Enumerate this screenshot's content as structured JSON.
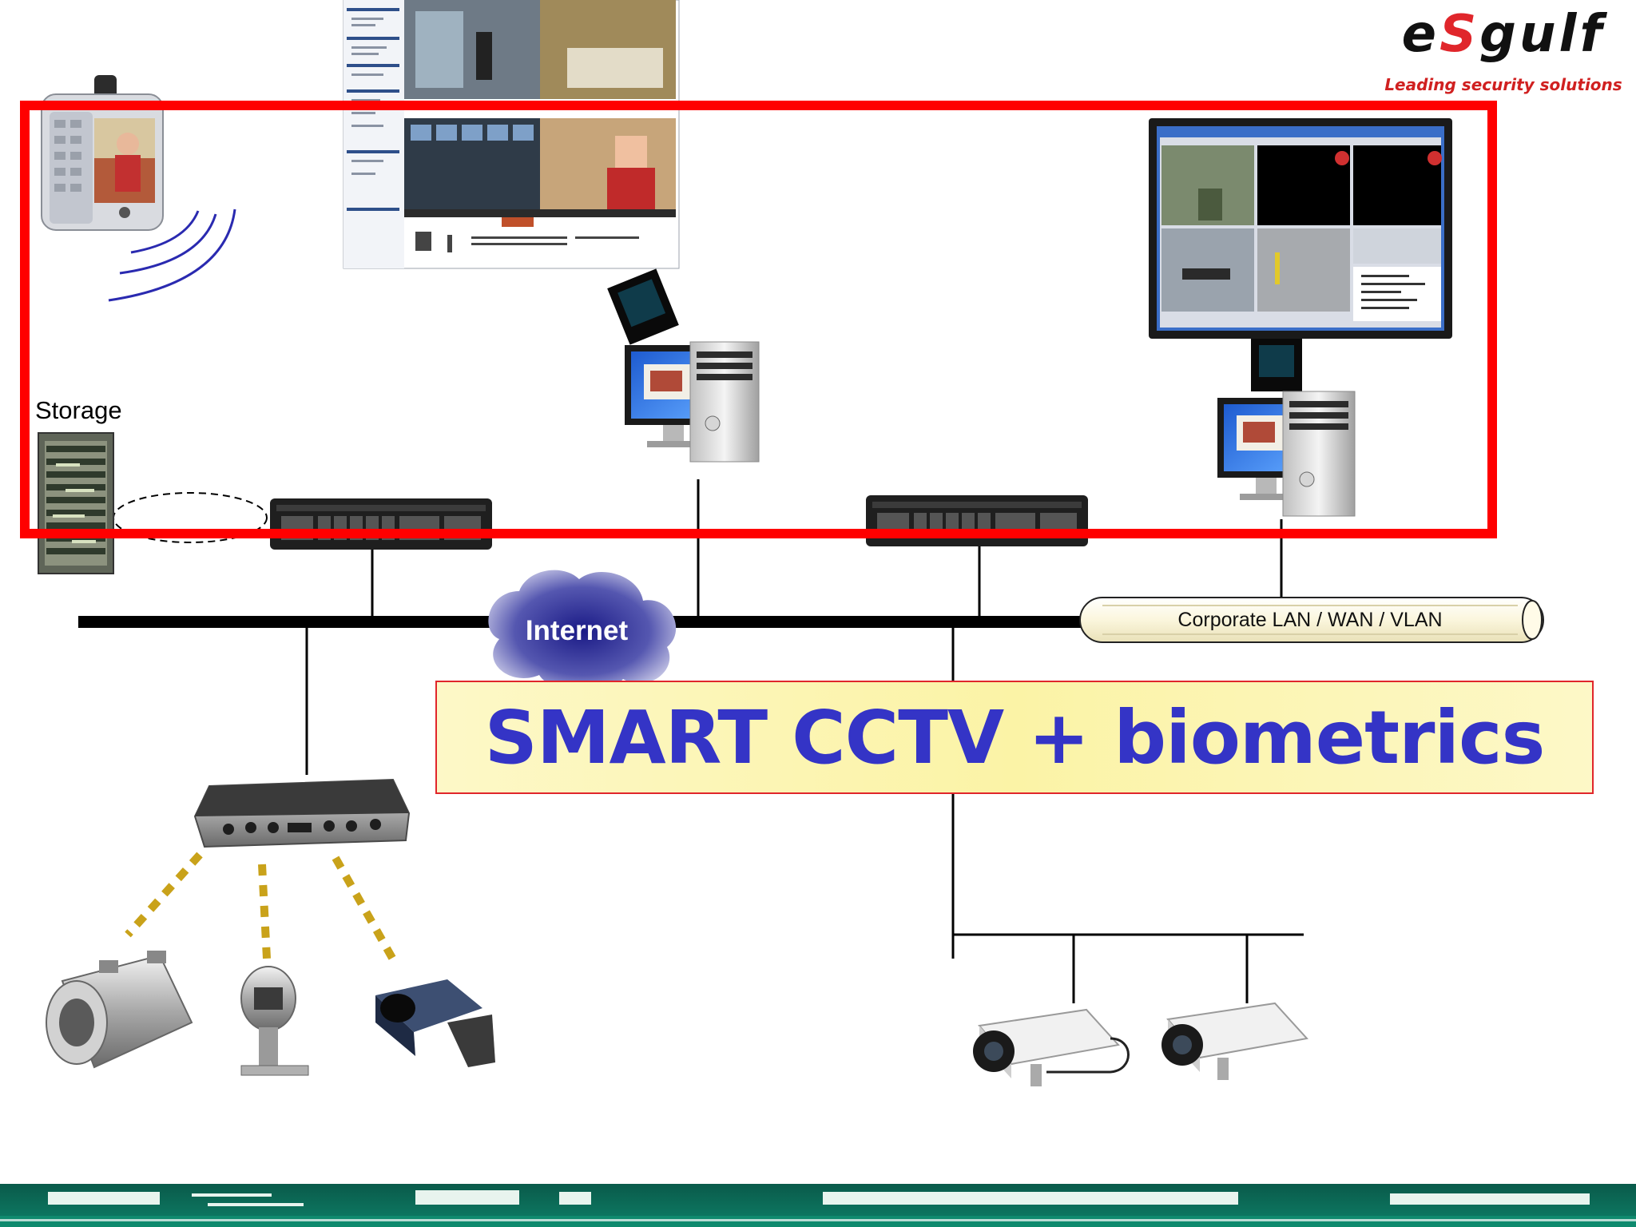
{
  "logo": {
    "brand_prefix": "e",
    "brand_highlight": "S",
    "brand_suffix": "gulf",
    "tagline": "Leading security solutions",
    "accent_color": "#e0262b"
  },
  "labels": {
    "storage": "Storage",
    "internet": "Internet",
    "network": "Corporate LAN  /  WAN /  VLAN"
  },
  "title": {
    "text": "SMART CCTV + biometrics",
    "color": "#3434c6",
    "box_fill": "#fbf3a6",
    "box_border": "#e0262b"
  },
  "highlight_box_color": "#ff0000",
  "icons": [
    "pda-phone-icon",
    "wireless-signal-icon",
    "surveillance-software-screenshot",
    "workstation-pc-icon",
    "monitoring-screen-icon",
    "storage-rack-icon",
    "network-video-recorder-icon",
    "cloud-icon",
    "video-encoder-icon",
    "housing-camera-icon",
    "dome-camera-icon",
    "box-camera-icon",
    "ip-camera-icon"
  ]
}
